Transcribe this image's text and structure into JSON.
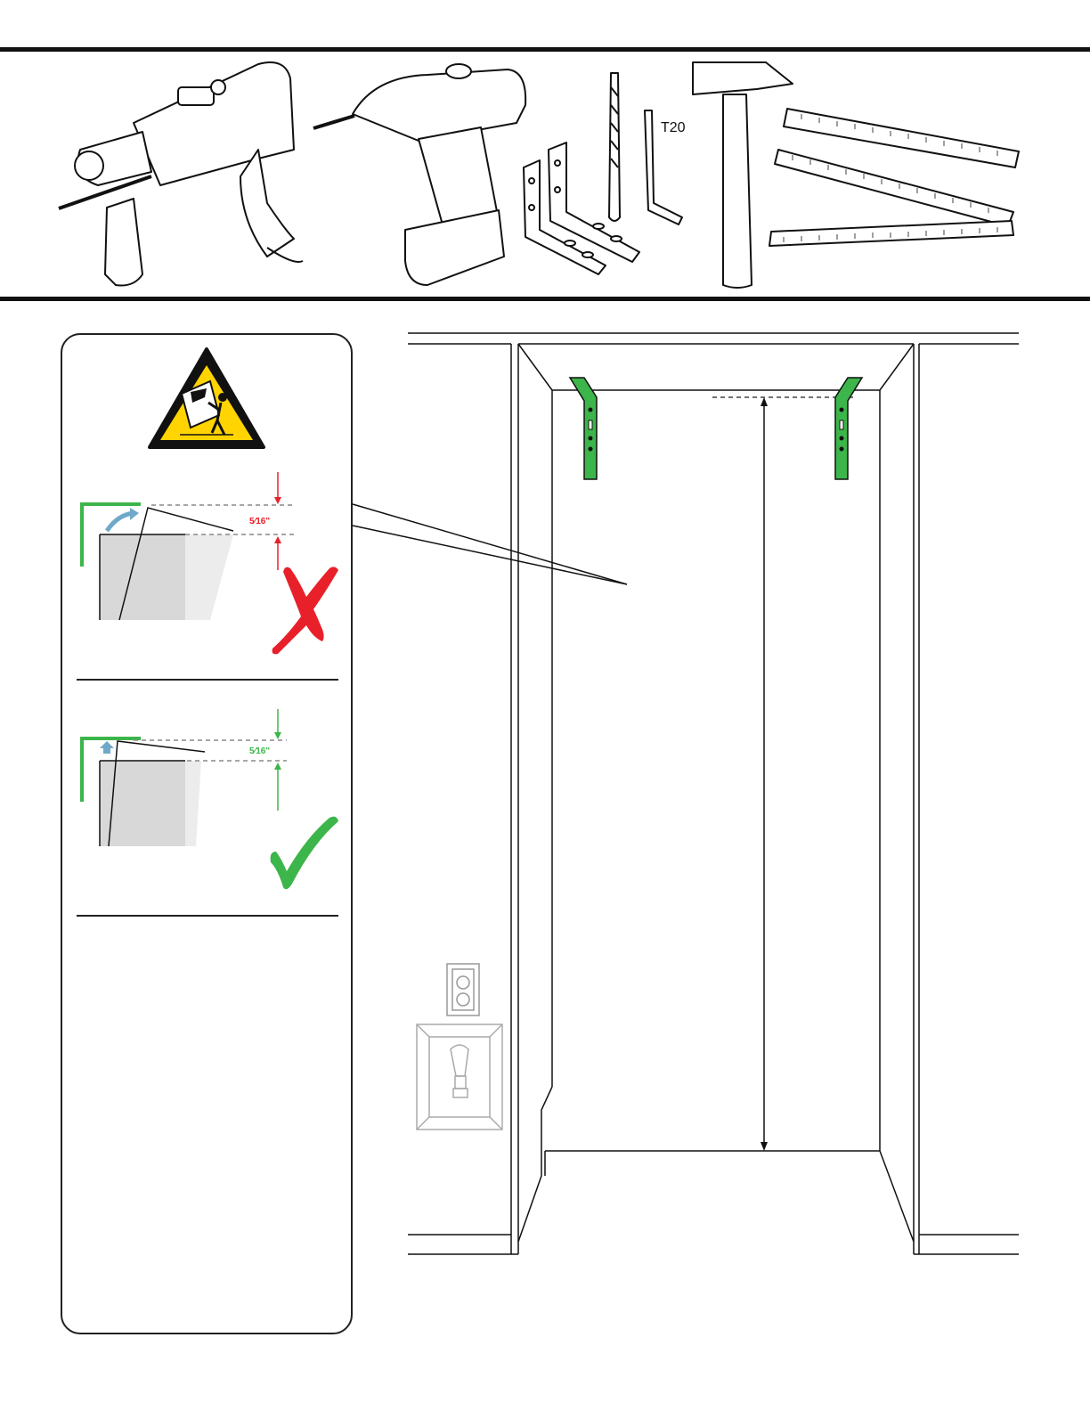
{
  "tools": {
    "drill_bit_label": "T20",
    "icons": [
      "hammer-drill-icon",
      "cordless-drill-icon",
      "l-bracket-icon",
      "drill-bit-icon",
      "torx-key-icon",
      "hammer-icon",
      "folding-rule-icon"
    ]
  },
  "warning_panel": {
    "icon": "tip-over-warning-icon",
    "wrong_example": {
      "gap_label": "5⁄16\"",
      "verdict_icon": "red-x-icon"
    },
    "right_example": {
      "gap_label": "5⁄16\"",
      "verdict_icon": "green-check-icon"
    }
  },
  "colors": {
    "bracket_green": "#3cb54a",
    "warning_yellow": "#ffd400",
    "error_red": "#e8202a",
    "ok_green": "#3cb54a",
    "arrow_blue": "#6fa8c8"
  }
}
